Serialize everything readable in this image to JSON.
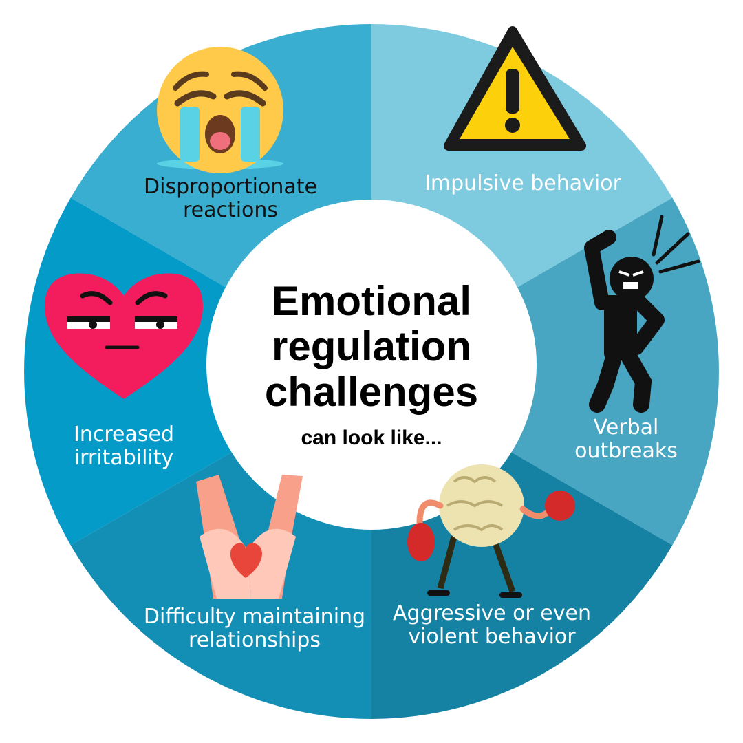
{
  "title": {
    "line1": "Emotional",
    "line2": "regulation",
    "line3": "challenges",
    "subtitle": "can look like..."
  },
  "segments": [
    {
      "id": "disproportionate",
      "line1": "Disproportionate",
      "line2": "reactions",
      "icon": "crying-face-icon",
      "color": "#3aaed0"
    },
    {
      "id": "impulsive",
      "line1": "Impulsive behavior",
      "line2": "",
      "icon": "warning-icon",
      "color": "#7ecbe0"
    },
    {
      "id": "verbal",
      "line1": "Verbal",
      "line2": "outbreaks",
      "icon": "shouting-person-icon",
      "color": "#48a6c2"
    },
    {
      "id": "aggressive",
      "line1": "Aggressive or even",
      "line2": "violent behavior",
      "icon": "boxing-brain-icon",
      "color": "#1582a3"
    },
    {
      "id": "relationships",
      "line1": "Difficulty maintaining",
      "line2": "relationships",
      "icon": "hands-heart-icon",
      "color": "#138fb6"
    },
    {
      "id": "irritability",
      "line1": "Increased",
      "line2": "irritability",
      "icon": "annoyed-heart-icon",
      "color": "#059bc8"
    }
  ]
}
